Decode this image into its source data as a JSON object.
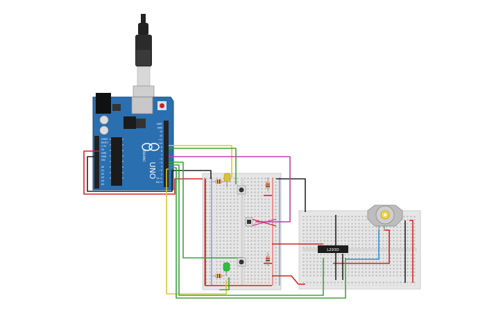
{
  "labels": {
    "uno_brand": "UNO",
    "uno_small": "ARDUINO",
    "ic_label": "L293D",
    "analog_pins": [
      "A0",
      "A1",
      "A2",
      "A3",
      "A4",
      "A5"
    ],
    "power_pins": [
      "IOREF",
      "RESET",
      "3.3V",
      "5V",
      "GND",
      "GND",
      "VIN"
    ],
    "digital_pins": [
      "AREF",
      "GND",
      "13",
      "12",
      "~11",
      "~10",
      "~9",
      "8",
      "7",
      "~6",
      "~5",
      "4",
      "~3",
      "2",
      "TX→1",
      "RX←0"
    ]
  },
  "colors": {
    "board": "#2a6fb0",
    "board_dark": "#1f5a92",
    "breadboard": "#e6e6e6",
    "wire_red": "#d42020",
    "wire_black": "#222222",
    "wire_yellow": "#e2c629",
    "wire_green": "#3aa33a",
    "wire_magenta": "#c83aa8",
    "wire_blue": "#2a8fd6",
    "led_yellow": "#d9c23a",
    "led_green": "#2fbf3f",
    "motor_body": "#bdbdbd",
    "motor_shaft": "#f0d648"
  },
  "components": {
    "arduino": "arduino-uno",
    "breadboard_left": "breadboard",
    "breadboard_right": "breadboard",
    "usb_cable": "usb-cable",
    "ic": "motor-driver-chip",
    "motor": "dc-motor",
    "leds": [
      "yellow-led",
      "green-led"
    ],
    "buttons": [
      "pushbutton",
      "pushbutton",
      "pushbutton"
    ]
  }
}
